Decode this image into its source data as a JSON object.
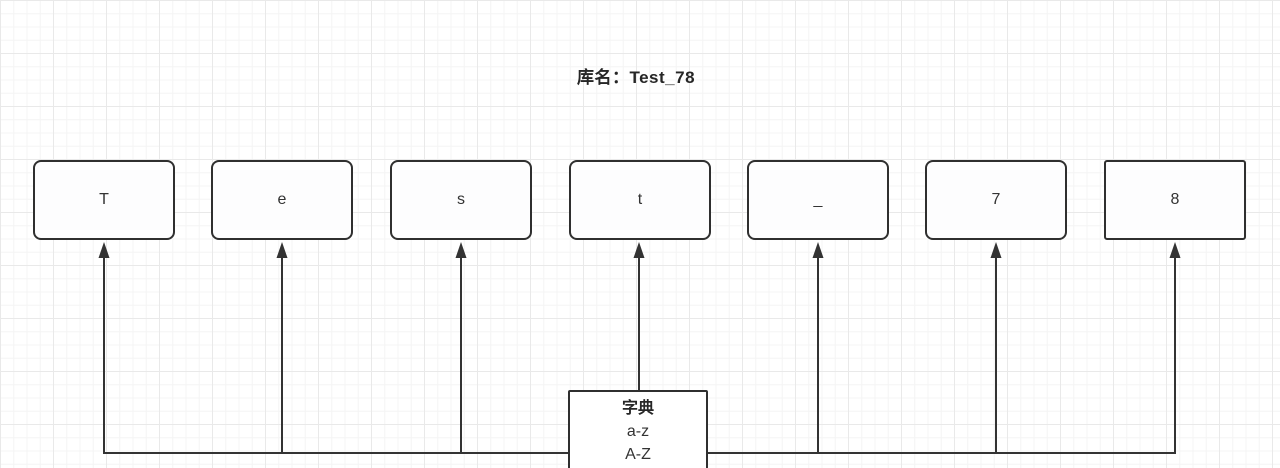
{
  "diagram": {
    "title": "库名：Test_78",
    "nodes": [
      {
        "label": "T"
      },
      {
        "label": "e"
      },
      {
        "label": "s"
      },
      {
        "label": "t"
      },
      {
        "label": "_"
      },
      {
        "label": "7"
      },
      {
        "label": "8"
      }
    ],
    "dictionary": {
      "title": "字典",
      "range_lower": "a-z",
      "range_upper": "A-Z"
    }
  },
  "colors": {
    "background": "#ffffff",
    "grid_minor": "#f4f4f4",
    "grid_major": "#e9e9e9",
    "node_border": "#2f2f2f",
    "connector_line": "#333333",
    "text": "#333333"
  }
}
